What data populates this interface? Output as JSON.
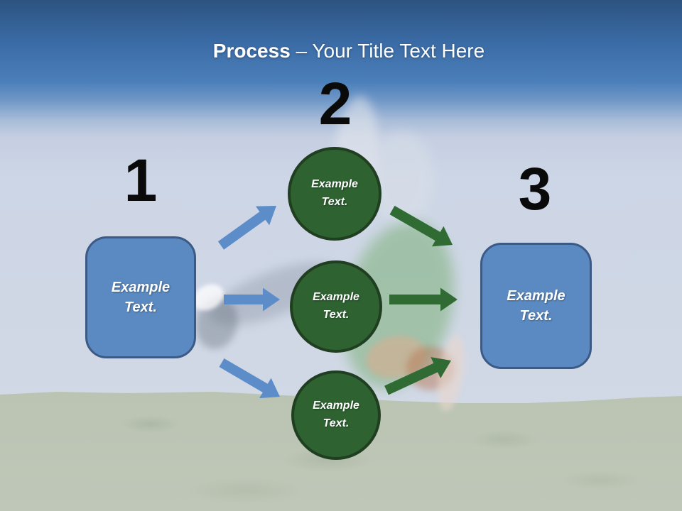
{
  "title": {
    "bold_part": "Process",
    "regular_part": "– Your Title Text Here"
  },
  "steps": {
    "step1_number": "1",
    "step2_number": "2",
    "step3_number": "3"
  },
  "left_box": {
    "line1": "Example",
    "line2": "Text."
  },
  "right_box": {
    "line1": "Example",
    "line2": "Text."
  },
  "circles": {
    "top": {
      "line1": "Example",
      "line2": "Text."
    },
    "middle": {
      "line1": "Example",
      "line2": "Text."
    },
    "bottom": {
      "line1": "Example",
      "line2": "Text."
    }
  },
  "colors": {
    "sky_top": "#2d5380",
    "sky_mid": "#4b7fba",
    "sky_light": "#cdd6e6",
    "grass": "#bac4b2",
    "box_fill": "#5b8ac2",
    "box_border": "#3b5a85",
    "circle_fill": "#2e6231",
    "circle_border": "#203f21",
    "blue_arrow": "#5d8dc9",
    "green_arrow": "#2f6b33",
    "number_color": "#0a0a0a",
    "title_color": "#ffffff"
  }
}
